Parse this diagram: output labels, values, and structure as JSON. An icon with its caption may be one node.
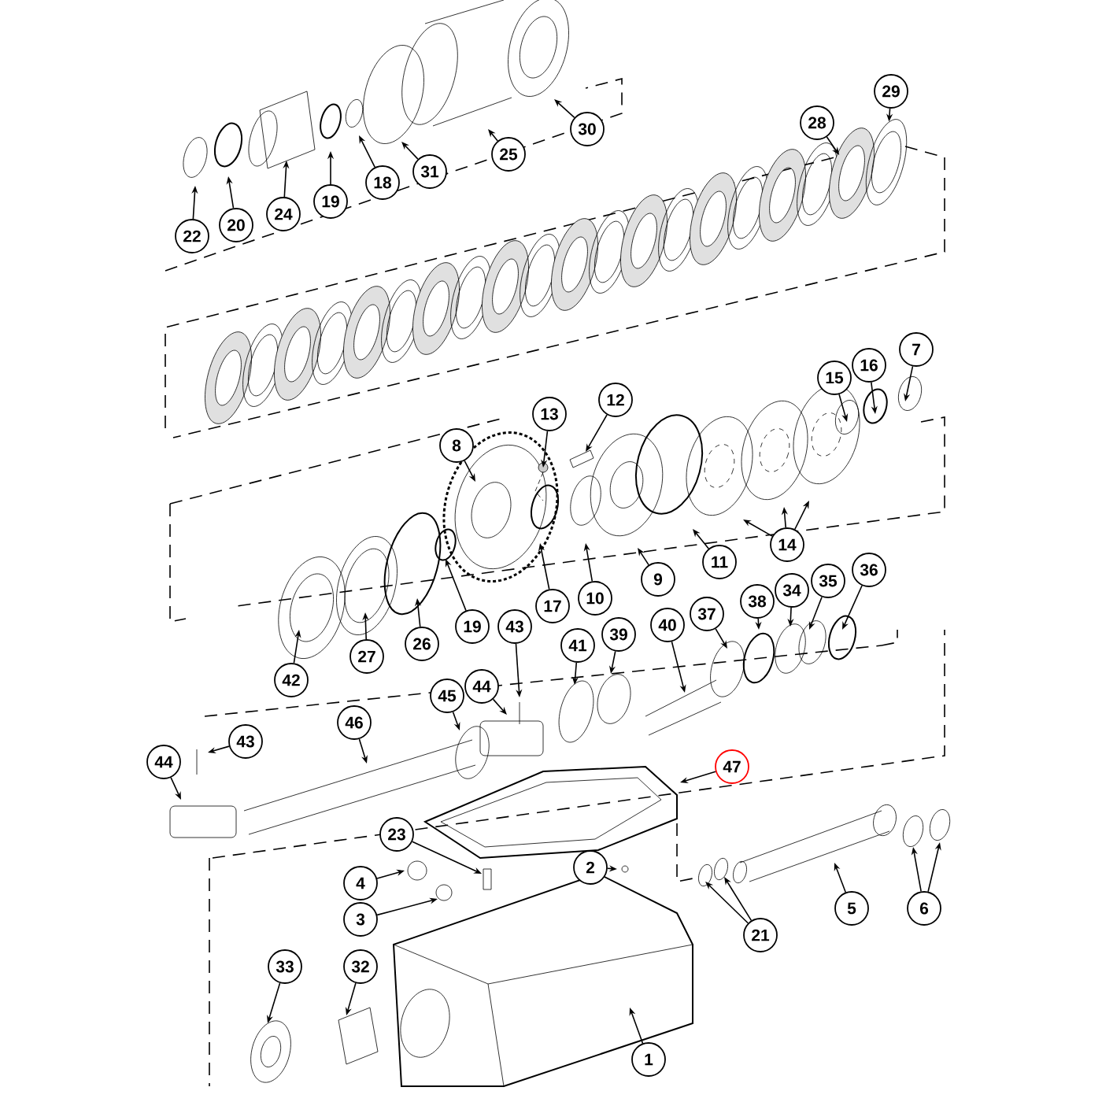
{
  "diagram": {
    "nodes": [
      {
        "text": [
          "29"
        ]
      },
      {
        "text": [
          "28"
        ]
      },
      {
        "text": [
          "30"
        ]
      },
      {
        "text": [
          "25"
        ]
      },
      {
        "text": [
          "31"
        ]
      },
      {
        "text": [
          "18"
        ]
      },
      {
        "text": [
          "19"
        ]
      },
      {
        "text": [
          "24"
        ]
      },
      {
        "text": [
          "20"
        ]
      },
      {
        "text": [
          "22"
        ]
      },
      {
        "text": [
          "7"
        ]
      },
      {
        "text": [
          "16"
        ]
      },
      {
        "text": [
          "15"
        ]
      },
      {
        "text": [
          "12"
        ]
      },
      {
        "text": [
          "13"
        ]
      },
      {
        "text": [
          "8"
        ]
      },
      {
        "text": [
          "14"
        ]
      },
      {
        "text": [
          "11"
        ]
      },
      {
        "text": [
          "36"
        ]
      },
      {
        "text": [
          "9"
        ]
      },
      {
        "text": [
          "35"
        ]
      },
      {
        "text": [
          "34"
        ]
      },
      {
        "text": [
          "10"
        ]
      },
      {
        "text": [
          "38"
        ]
      },
      {
        "text": [
          "17"
        ]
      },
      {
        "text": [
          "37"
        ]
      },
      {
        "text": [
          "40"
        ]
      },
      {
        "text": [
          "43"
        ]
      },
      {
        "text": [
          "19"
        ]
      },
      {
        "text": [
          "39"
        ]
      },
      {
        "text": [
          "26"
        ]
      },
      {
        "text": [
          "41"
        ]
      },
      {
        "text": [
          "27"
        ]
      },
      {
        "text": [
          "42"
        ]
      },
      {
        "text": [
          "44"
        ]
      },
      {
        "text": [
          "45"
        ]
      },
      {
        "text": [
          "46"
        ]
      },
      {
        "text": [
          "43"
        ]
      },
      {
        "text": [
          "44"
        ]
      },
      {
        "text": [
          "47"
        ]
      },
      {
        "text": [
          "23"
        ]
      },
      {
        "text": [
          "2"
        ]
      },
      {
        "text": [
          "4"
        ]
      },
      {
        "text": [
          "5"
        ]
      },
      {
        "text": [
          "6"
        ]
      },
      {
        "text": [
          "3"
        ]
      },
      {
        "text": [
          "21"
        ]
      },
      {
        "text": [
          "33"
        ]
      },
      {
        "text": [
          "32"
        ]
      },
      {
        "text": [
          "1"
        ]
      },
      {
        "text": [],
        "shape": "circle"
      },
      {
        "text": [],
        "shape": "circle"
      }
    ],
    "edges": [
      {
        "from": 0,
        "to": 51,
        "arrow": "to"
      },
      {
        "from": 1,
        "to": 50,
        "arrow": "to"
      },
      {
        "from": 2,
        "to": null,
        "arrow": "to"
      },
      {
        "from": 3,
        "to": null,
        "arrow": "to"
      },
      {
        "from": 4,
        "to": null,
        "arrow": "to"
      },
      {
        "from": 5,
        "to": null,
        "arrow": "to"
      },
      {
        "from": 6,
        "to": null,
        "arrow": "to"
      },
      {
        "from": 7,
        "to": null,
        "arrow": "to"
      },
      {
        "from": 8,
        "to": null,
        "arrow": "to"
      },
      {
        "from": 9,
        "to": null,
        "arrow": "to"
      },
      {
        "from": 10,
        "to": null,
        "arrow": "to"
      },
      {
        "from": 11,
        "to": null,
        "arrow": "to"
      },
      {
        "from": 12,
        "to": null,
        "arrow": "to"
      },
      {
        "from": 13,
        "to": null,
        "arrow": "to"
      },
      {
        "from": 14,
        "to": null,
        "arrow": "to"
      },
      {
        "from": 15,
        "to": null,
        "arrow": "to"
      },
      {
        "from": 16,
        "to": null,
        "arrow": "to"
      },
      {
        "from": 16,
        "to": null,
        "arrow": "to"
      },
      {
        "from": 16,
        "to": null,
        "arrow": "to"
      },
      {
        "from": 17,
        "to": null,
        "arrow": "to"
      },
      {
        "from": 18,
        "to": null,
        "arrow": "to"
      },
      {
        "from": 19,
        "to": null,
        "arrow": "to"
      },
      {
        "from": 20,
        "to": null,
        "arrow": "to"
      },
      {
        "from": 21,
        "to": null,
        "arrow": "to"
      },
      {
        "from": 22,
        "to": null,
        "arrow": "to"
      },
      {
        "from": 23,
        "to": null,
        "arrow": "to"
      },
      {
        "from": 24,
        "to": null,
        "arrow": "to"
      },
      {
        "from": 25,
        "to": null,
        "arrow": "to"
      },
      {
        "from": 26,
        "to": null,
        "arrow": "to"
      },
      {
        "from": 27,
        "to": null,
        "arrow": "to"
      },
      {
        "from": 28,
        "to": null,
        "arrow": "to"
      },
      {
        "from": 29,
        "to": null,
        "arrow": "to"
      },
      {
        "from": 30,
        "to": null,
        "arrow": "to"
      },
      {
        "from": 31,
        "to": null,
        "arrow": "to"
      },
      {
        "from": 32,
        "to": null,
        "arrow": "to"
      },
      {
        "from": 33,
        "to": null,
        "arrow": "to"
      },
      {
        "from": 34,
        "to": null,
        "arrow": "to"
      },
      {
        "from": 35,
        "to": null,
        "arrow": "to"
      },
      {
        "from": 36,
        "to": null,
        "arrow": "to"
      },
      {
        "from": 37,
        "to": null,
        "arrow": "to"
      },
      {
        "from": 38,
        "to": null,
        "arrow": "to"
      },
      {
        "from": 39,
        "to": null,
        "arrow": "to"
      },
      {
        "from": 40,
        "to": null,
        "arrow": "to"
      },
      {
        "from": 41,
        "to": null,
        "arrow": "to"
      },
      {
        "from": 42,
        "to": null,
        "arrow": "to"
      },
      {
        "from": 43,
        "to": null,
        "arrow": "to"
      },
      {
        "from": 44,
        "to": null,
        "arrow": "to"
      },
      {
        "from": 44,
        "to": null,
        "arrow": "to"
      },
      {
        "from": 45,
        "to": null,
        "arrow": "to"
      },
      {
        "from": 46,
        "to": null,
        "arrow": "to"
      },
      {
        "from": 46,
        "to": null,
        "arrow": "to"
      },
      {
        "from": 47,
        "to": null,
        "arrow": "to"
      },
      {
        "from": 48,
        "to": null,
        "arrow": "to"
      },
      {
        "from": 49,
        "to": null,
        "arrow": "to"
      }
    ]
  }
}
